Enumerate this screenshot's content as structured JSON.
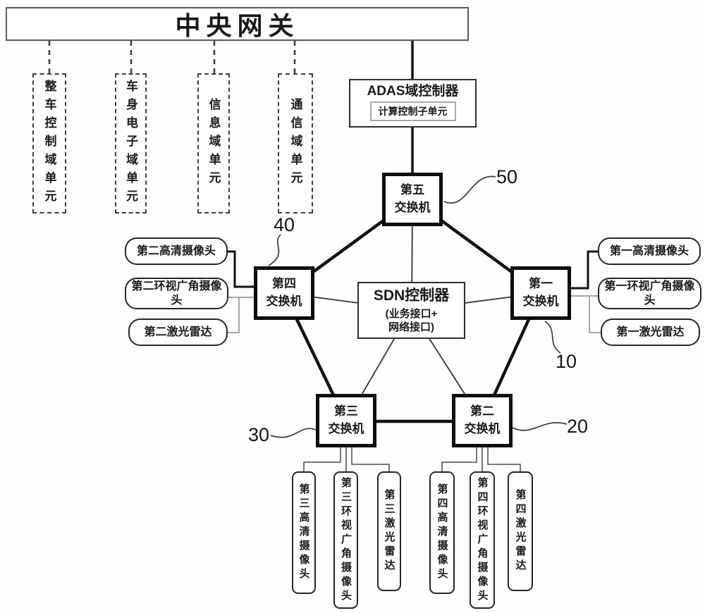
{
  "gateway": {
    "label": "中央网关"
  },
  "domain_units": [
    {
      "label": "整车控制域单元"
    },
    {
      "label": "车身电子域单元"
    },
    {
      "label": "信息域单元"
    },
    {
      "label": "通信域单元"
    }
  ],
  "adas_controller": {
    "title": "ADAS域控制器",
    "subunit": "计算控制子单元"
  },
  "sdn_controller": {
    "title": "SDN控制器",
    "interface_line1": "(业务接口+",
    "interface_line2": "网络接口)"
  },
  "switches": {
    "sw1": {
      "line1": "第一",
      "line2": "交换机",
      "ref": "10"
    },
    "sw2": {
      "line1": "第二",
      "line2": "交换机",
      "ref": "20"
    },
    "sw3": {
      "line1": "第三",
      "line2": "交换机",
      "ref": "30"
    },
    "sw4": {
      "line1": "第四",
      "line2": "交换机",
      "ref": "40"
    },
    "sw5": {
      "line1": "第五",
      "line2": "交换机",
      "ref": "50"
    }
  },
  "sensors": {
    "left": [
      {
        "label": "第二高清摄像头"
      },
      {
        "label": "第二环视广角摄像头"
      },
      {
        "label": "第二激光雷达"
      }
    ],
    "right": [
      {
        "label": "第一高清摄像头"
      },
      {
        "label": "第一环视广角摄像头"
      },
      {
        "label": "第一激光雷达"
      }
    ],
    "bottom_left": [
      {
        "label": "第三高清摄像头"
      },
      {
        "label": "第三环视广角摄像头"
      },
      {
        "label": "第三激光雷达"
      }
    ],
    "bottom_right": [
      {
        "label": "第四高清摄像头"
      },
      {
        "label": "第四环视广角摄像头"
      },
      {
        "label": "第四激光雷达"
      }
    ]
  },
  "colors": {
    "ink": "#1a1a1a",
    "thick_line": "#111111",
    "thin_line": "#888888",
    "background": "#ffffff"
  }
}
